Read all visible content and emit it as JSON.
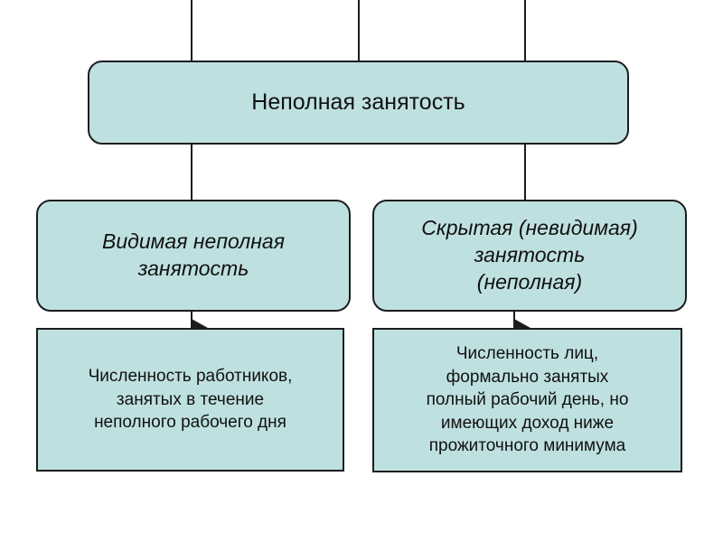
{
  "colors": {
    "box_fill": "#bfe0e0",
    "border": "#1c1c1c",
    "connector": "#1c1c1c"
  },
  "root": {
    "label": "Неполная занятость"
  },
  "branches": [
    {
      "lines": [
        "Видимая неполная",
        "занятость"
      ]
    },
    {
      "lines": [
        "Скрытая (невидимая)",
        "занятость",
        "(неполная)"
      ]
    }
  ],
  "leaves": [
    {
      "lines": [
        "Численность работников,",
        "занятых в течение",
        "неполного рабочего дня"
      ]
    },
    {
      "lines": [
        "Численность лиц,",
        "формально занятых",
        "полный рабочий день, но",
        "имеющих доход ниже",
        "прожиточного минимума"
      ]
    }
  ]
}
